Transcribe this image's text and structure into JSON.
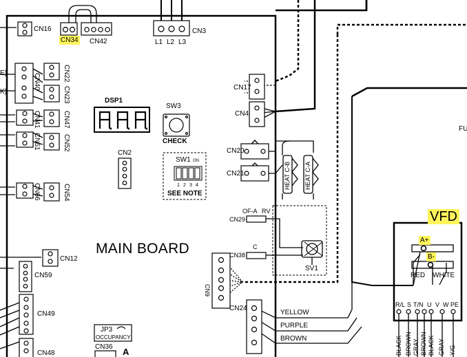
{
  "board": {
    "title": "MAIN BOARD"
  },
  "connectors": {
    "cn16": "CN16",
    "cn34": "CN34",
    "cn42": "CN42",
    "cn3": "CN3",
    "cn22": "CN22",
    "cn40": "CN40",
    "cn23": "CN23",
    "cn41": "CN41",
    "cn47": "CN47",
    "cn51": "CN51",
    "cn52": "CN52",
    "cn2": "CN2",
    "cn66": "CN66",
    "cn54": "CN54",
    "cn12": "CN12",
    "cn59": "CN59",
    "cn49": "CN49",
    "cn48": "CN48",
    "cn36": "CN36",
    "cn17": "CN17",
    "cn4": "CN4",
    "cn20": "CN20",
    "cn21": "CN21",
    "cn29": "CN29",
    "cn38": "CN38",
    "cn9": "CN9",
    "cn24": "CN24"
  },
  "power": {
    "l1": "L1",
    "l2": "L2",
    "l3": "L3"
  },
  "display": {
    "dsp1": "DSP1"
  },
  "switches": {
    "sw3": "SW3",
    "check": "CHECK",
    "sw1": "SW1",
    "on": "ON",
    "dip_numbers": [
      "1",
      "2",
      "3",
      "4"
    ],
    "see_note": "SEE NOTE"
  },
  "heaters": {
    "heat_cb": "HEAT C-B",
    "heat_ca": "HEAT C-A"
  },
  "valve": {
    "of_a": "OF-A",
    "rv": "RV",
    "c": "C",
    "sv1": "SV1"
  },
  "jumper": {
    "jp3": "JP3",
    "occupancy": "OCCUPANCY",
    "a": "A"
  },
  "wires": {
    "yellow": "YELLOW",
    "purple": "PURPLE",
    "brown": "BROWN"
  },
  "vfd": {
    "title": "VFD",
    "a_plus": "A+",
    "b_minus": "B-",
    "red": "RED",
    "white": "WHITE",
    "terminals": [
      "R/L",
      "S",
      "T/N",
      "U",
      "V",
      "W",
      "PE"
    ],
    "colors": [
      "BLACK",
      "BROWN",
      "GRAY",
      "BROWN",
      "BLACK",
      "GRAY",
      "Y/G"
    ]
  },
  "misc": {
    "fu_fragment": "FU",
    "left_e": "E)",
    "left_k": "K)"
  },
  "colors": {
    "highlight": "#fff45a",
    "line": "#000000"
  }
}
